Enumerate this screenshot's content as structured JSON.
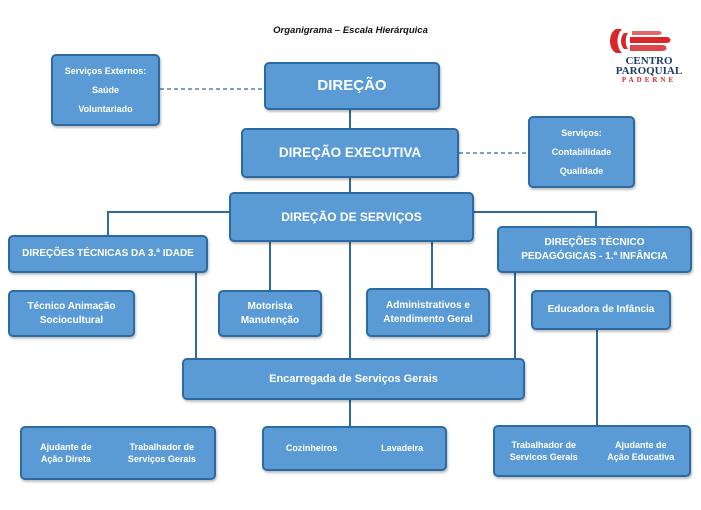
{
  "title": "Organigrama – Escala Hierárquica",
  "logo": {
    "line1": "CENTRO",
    "line2": "PAROQUIAL",
    "line3": "PADERNE",
    "icon": "hands-logo-icon"
  },
  "colors": {
    "box_fill": "#5b9bd5",
    "box_border": "#2e6aa2",
    "line": "#2e6aa2",
    "logo_red": "#d9262b",
    "logo_blue": "#1f3a6e"
  },
  "boxes": {
    "direcao": "DIREÇÃO",
    "direcao_executiva": "DIREÇÃO EXECUTIVA",
    "direcao_servicos": "DIREÇÃO DE SERVIÇOS",
    "servicos_externos": [
      "Serviços Externos:",
      "Saúde",
      "Voluntariado"
    ],
    "servicos": [
      "Serviços:",
      "Contabilidade",
      "Qualidade"
    ],
    "direcoes_tecnicas": "DIREÇÕES TÉCNICAS DA 3.ª IDADE",
    "direcoes_tecnico_pedagogicas": [
      "DIREÇÕES TÉCNICO",
      "PEDAGÓGICAS - 1.ª INFÂNCIA"
    ],
    "tecnico_animacao": [
      "Técnico Animação",
      "Sociocultural"
    ],
    "motorista": [
      "Motorista",
      "Manutenção"
    ],
    "administrativos": [
      "Administrativos e",
      "Atendimento Geral"
    ],
    "educadora": "Educadora de Infância",
    "encarregada": "Encarregada de Serviços Gerais",
    "grupo_esquerda": [
      [
        "Ajudante de",
        "Ação Direta"
      ],
      [
        "Trabalhador de",
        "Serviços Gerais"
      ]
    ],
    "grupo_centro": [
      "Cozinheiros",
      "Lavadeira"
    ],
    "grupo_direita": [
      [
        "Trabalhador de",
        "Servicos Gerais"
      ],
      [
        "Ajudante de",
        "Ação Educativa"
      ]
    ]
  }
}
